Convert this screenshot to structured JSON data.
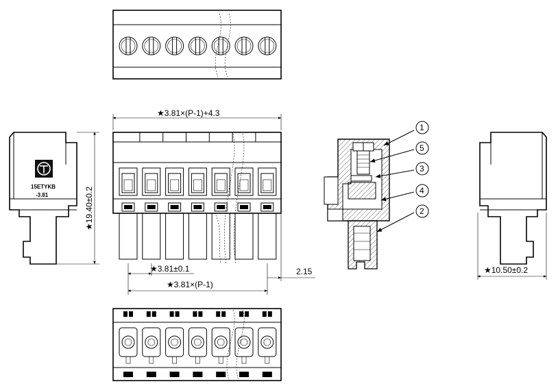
{
  "dimensions": {
    "overall_length": "★3.81×(P-1)+4.3",
    "pitch": "★3.81±0.1",
    "span": "★3.81×(P-1)",
    "edge_offset": "2.15",
    "height": "★19.40±0.2",
    "depth": "★10.50±0.2"
  },
  "logo": {
    "model_line1": "15ETYKB",
    "model_line2": "-3.81"
  },
  "callouts": [
    "1",
    "5",
    "3",
    "4",
    "2"
  ],
  "pin_count": 7
}
